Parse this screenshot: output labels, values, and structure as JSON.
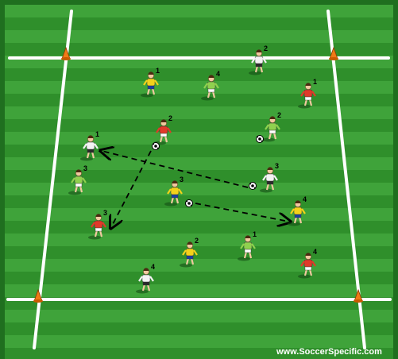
{
  "diagram": {
    "colors": {
      "grass_light": "#3fa33a",
      "grass_dark": "#2f8f2b",
      "line": "#ffffff",
      "cone": "#f07a16",
      "team_yellow": "#f2d21a",
      "team_green": "#8fd14f",
      "team_red": "#e03a2a",
      "team_white": "#f3f3f3",
      "shorts_blue": "#1a3fa0",
      "arrow": "#000000"
    },
    "players": [
      {
        "label": "2",
        "team": "white"
      },
      {
        "label": "1",
        "team": "yellow"
      },
      {
        "label": "4",
        "team": "green"
      },
      {
        "label": "1",
        "team": "red"
      },
      {
        "label": "1",
        "team": "white"
      },
      {
        "label": "2",
        "team": "red"
      },
      {
        "label": "2",
        "team": "green"
      },
      {
        "label": "3",
        "team": "green"
      },
      {
        "label": "3",
        "team": "white"
      },
      {
        "label": "3",
        "team": "yellow"
      },
      {
        "label": "4",
        "team": "yellow"
      },
      {
        "label": "3",
        "team": "red"
      },
      {
        "label": "2",
        "team": "yellow"
      },
      {
        "label": "1",
        "team": "green"
      },
      {
        "label": "4",
        "team": "red"
      },
      {
        "label": "4",
        "team": "white"
      }
    ],
    "balls_count": 4,
    "cones_count": 4,
    "credit": "www.SoccerSpecific.com"
  }
}
